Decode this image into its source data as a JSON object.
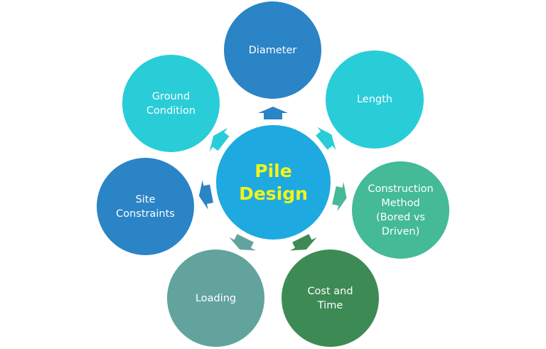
{
  "diagram": {
    "center": {
      "label": "Pile\nDesign",
      "color": "#1EAAE0",
      "text_color": "#F2F51A"
    },
    "nodes": [
      {
        "id": "diameter",
        "label": "Diameter",
        "color": "#2A84C6"
      },
      {
        "id": "length",
        "label": "Length",
        "color": "#29CDD8"
      },
      {
        "id": "construction-method",
        "label": "Construction\nMethod\n(Bored vs\nDriven)",
        "color": "#44BA97"
      },
      {
        "id": "cost-and-time",
        "label": "Cost and\nTime",
        "color": "#3D8A55"
      },
      {
        "id": "loading",
        "label": "Loading",
        "color": "#62A39E"
      },
      {
        "id": "site-constraints",
        "label": "Site\nConstraints",
        "color": "#2A84C6"
      },
      {
        "id": "ground-condition",
        "label": "Ground\nCondition",
        "color": "#29CDD8"
      }
    ]
  }
}
